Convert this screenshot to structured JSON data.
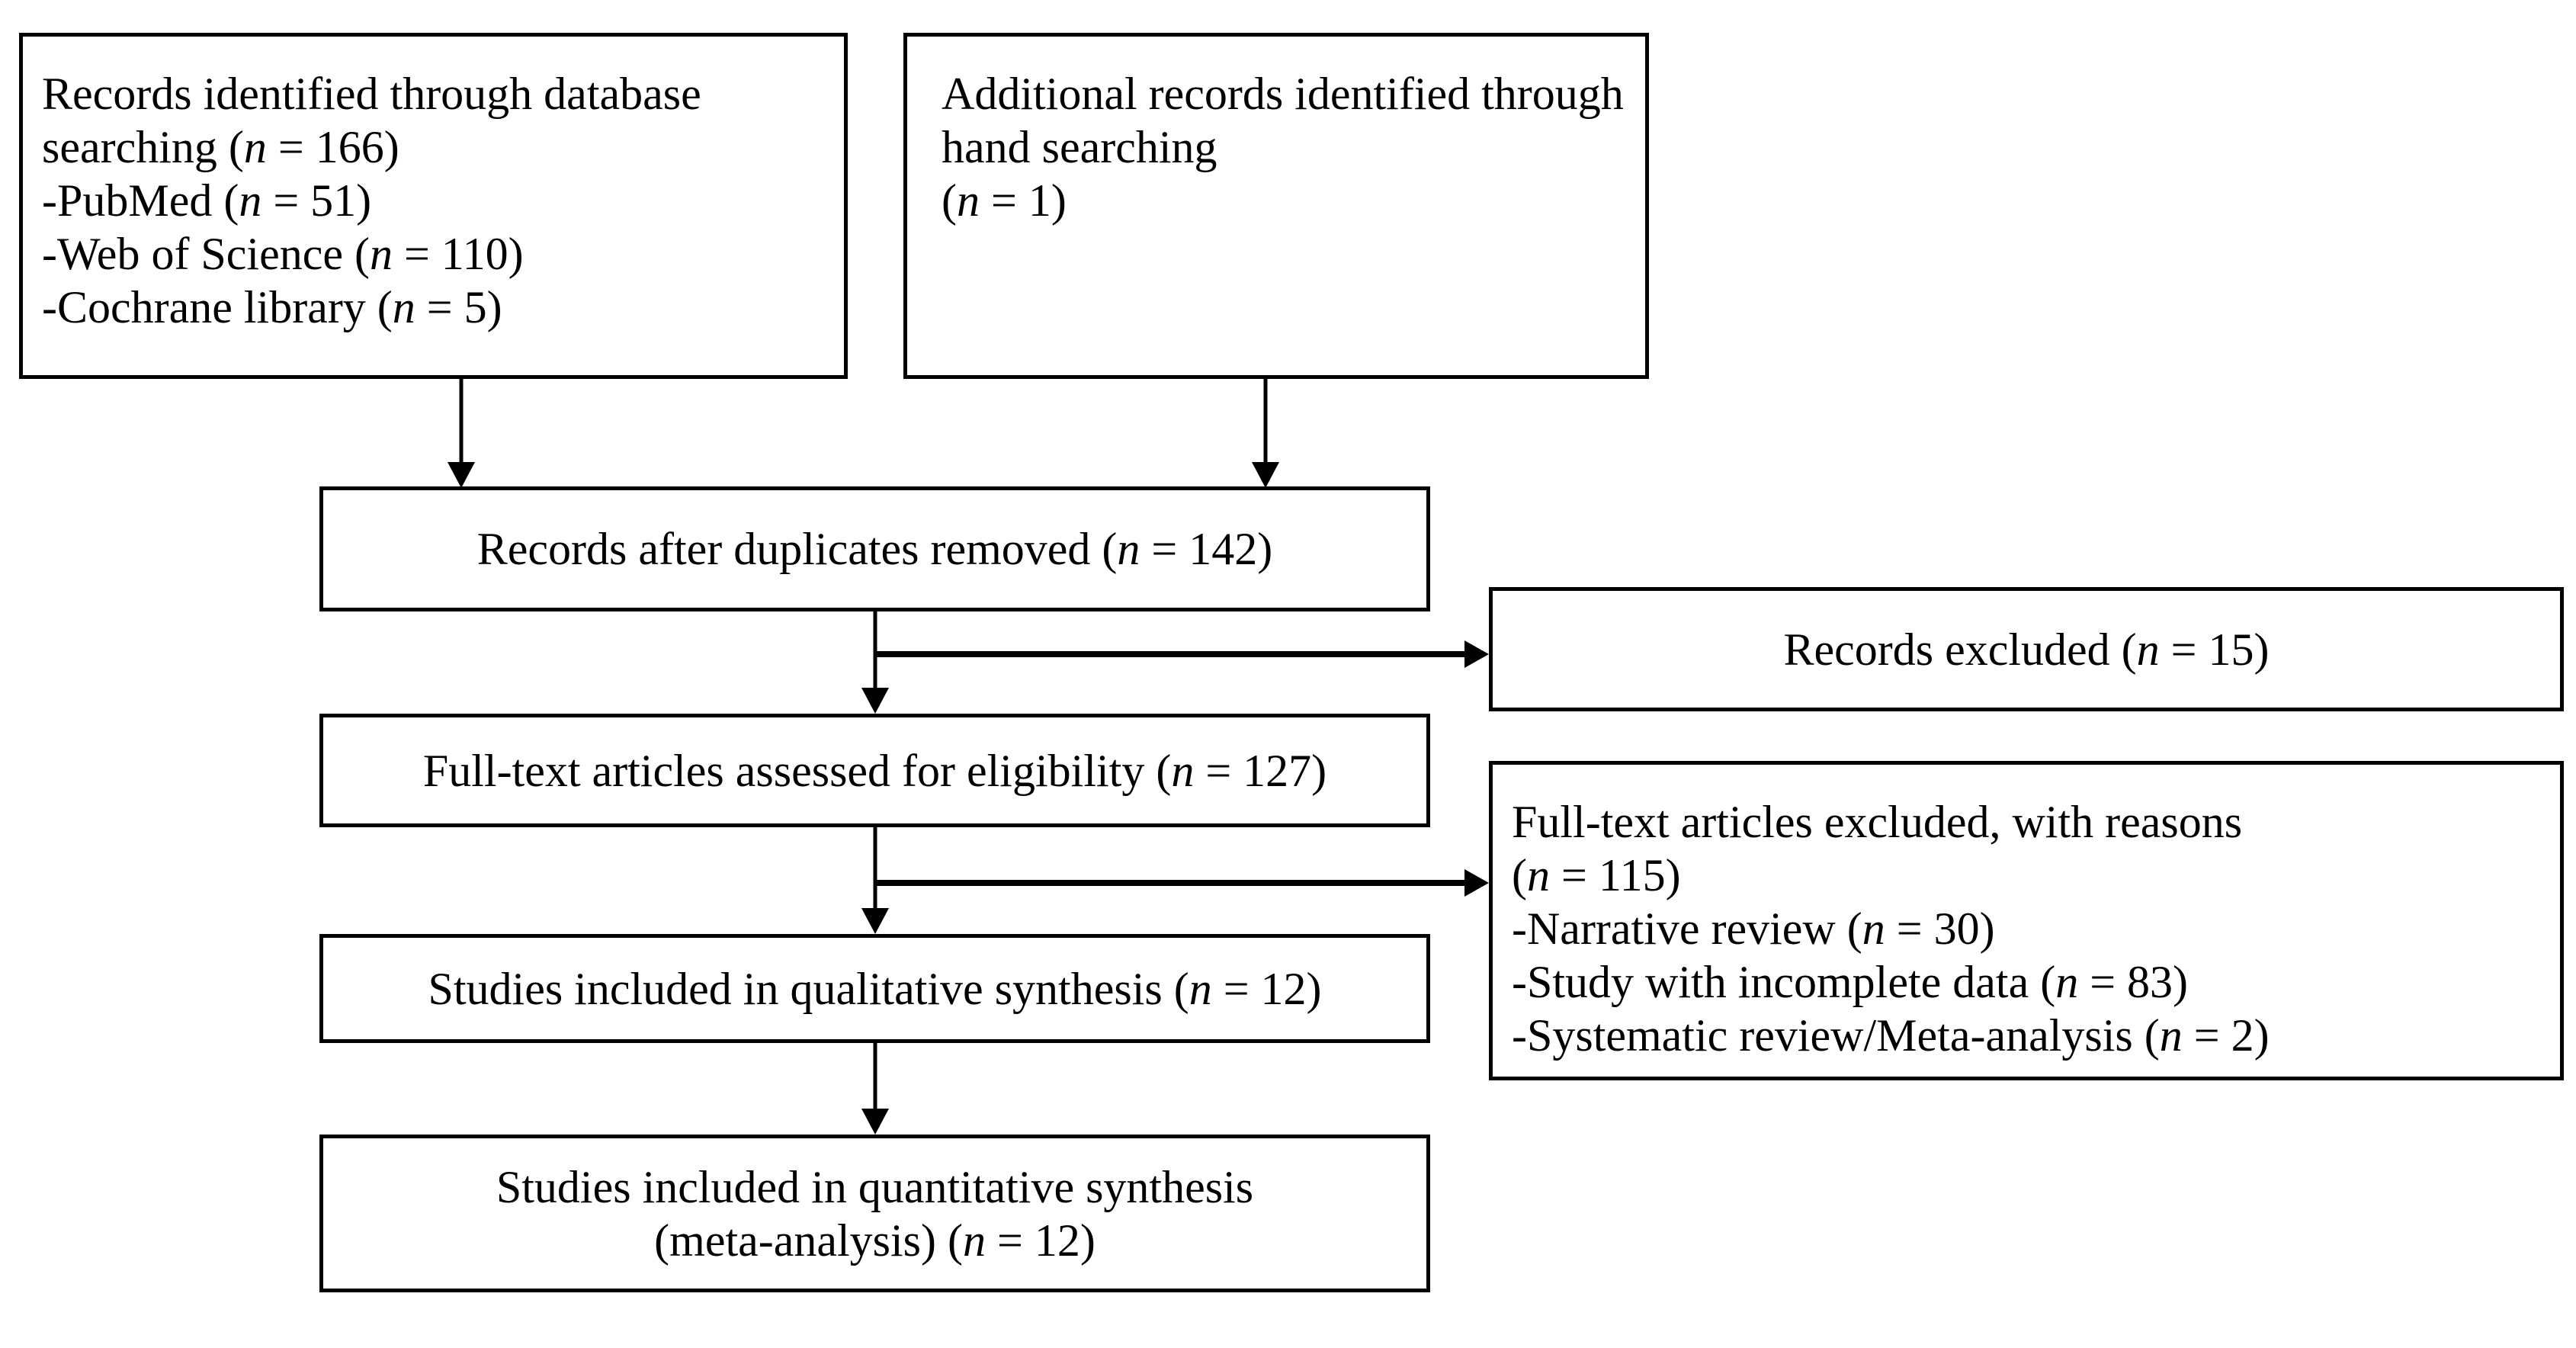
{
  "diagram": {
    "kind": "study-selection-flow-diagram",
    "colors": {
      "background": "#ffffff",
      "line": "#000000",
      "text": "#000000"
    },
    "boxes": {
      "database_search": {
        "lines": [
          "Records identified through database searching (n = 166)",
          "-PubMed (n = 51)",
          "-Web of Science (n = 110)",
          "-Cochrane library (n = 5)"
        ]
      },
      "hand_search": {
        "lines": [
          "Additional records identified through hand searching",
          "(n = 1)"
        ]
      },
      "after_duplicates": {
        "text": "Records after duplicates removed (n = 142)"
      },
      "records_excluded": {
        "text": "Records excluded (n = 15)"
      },
      "fulltext_assessed": {
        "text": "Full-text articles assessed for eligibility (n = 127)"
      },
      "fulltext_excluded": {
        "lines": [
          "Full-text articles excluded, with reasons",
          "(n = 115)",
          "-Narrative review (n = 30)",
          "-Study with incomplete data (n = 83)",
          "-Systematic review/Meta-analysis (n = 2)"
        ]
      },
      "qualitative_synthesis": {
        "text": "Studies included in qualitative synthesis (n = 12)"
      },
      "quantitative_synthesis": {
        "lines": [
          "Studies included in quantitative synthesis",
          "(meta-analysis) (n = 12)"
        ]
      }
    },
    "edges": [
      {
        "from": "database_search",
        "to": "after_duplicates"
      },
      {
        "from": "hand_search",
        "to": "after_duplicates"
      },
      {
        "from": "after_duplicates",
        "to": "fulltext_assessed"
      },
      {
        "from": "after_duplicates",
        "to": "records_excluded"
      },
      {
        "from": "fulltext_assessed",
        "to": "qualitative_synthesis"
      },
      {
        "from": "fulltext_assessed",
        "to": "fulltext_excluded"
      },
      {
        "from": "qualitative_synthesis",
        "to": "quantitative_synthesis"
      }
    ]
  }
}
